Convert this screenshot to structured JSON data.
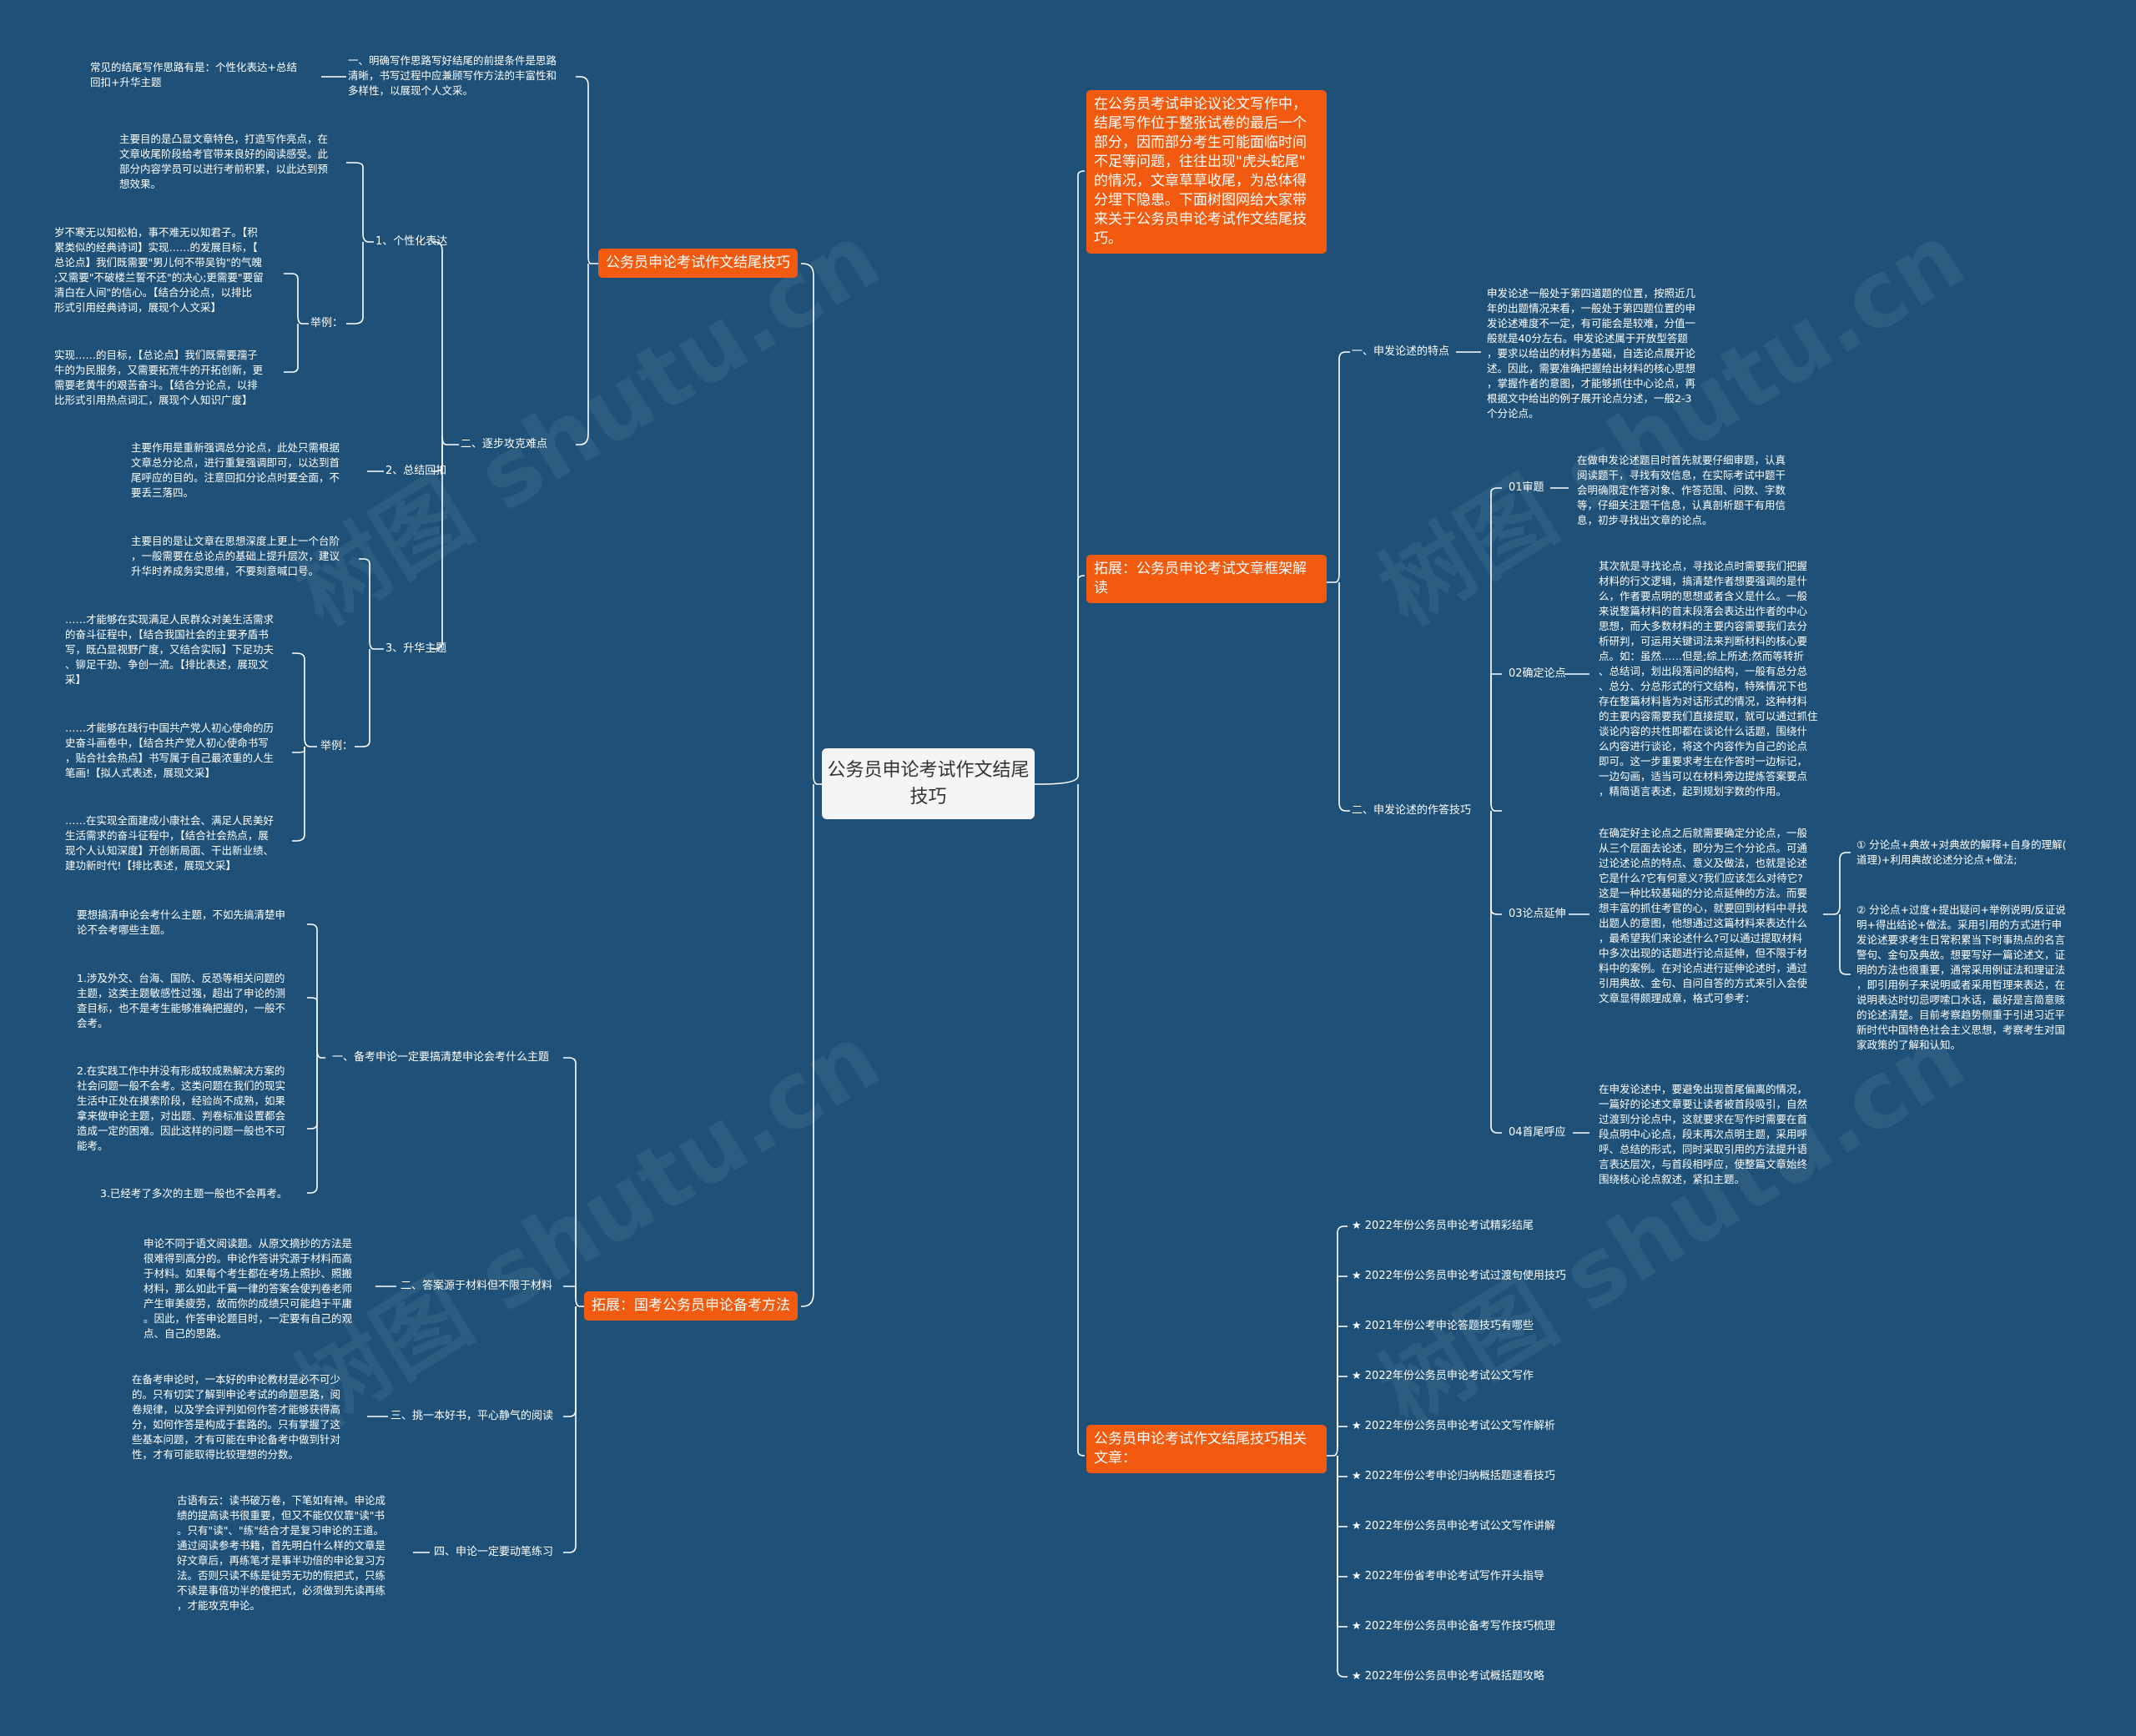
{
  "root": "公务员申论考试作文结尾\n技巧",
  "left": {
    "b1": {
      "title": "公务员申论考试作文结尾技巧",
      "s1": {
        "label": "一、明确写作思路写好结尾的前提条件是思路\n清晰，书写过程中应兼顾写作方法的丰富性和\n多样性，以展现个人文采。",
        "leaf": "常见的结尾写作思路有是：个性化表达+总结\n回扣+升华主题"
      },
      "s2": {
        "label": "二、逐步攻克难点",
        "g1": {
          "label": "1、个性化表达",
          "leaf": "主要目的是凸显文章特色，打造写作亮点，在\n文章收尾阶段给考官带来良好的阅读感受。此\n部分内容学员可以进行考前积累，以此达到预\n想效果。",
          "ex_label": "举例：",
          "ex1": "岁不寒无以知松柏，事不难无以知君子。【积\n累类似的经典诗词】实现……的发展目标，【\n总论点】我们既需要\"男儿何不带吴钩\"的气魄\n;又需要\"不破楼兰誓不还\"的决心;更需要\"要留\n清白在人间\"的信心。【结合分论点，以排比\n形式引用经典诗词，展现个人文采】",
          "ex2": "实现……的目标，【总论点】我们既需要孺子\n牛的为民服务，又需要拓荒牛的开拓创新，更\n需要老黄牛的艰苦奋斗。【结合分论点，以排\n比形式引用热点词汇，展现个人知识广度】"
        },
        "g2": {
          "label": "2、总结回扣",
          "leaf": "主要作用是重新强调总分论点，此处只需根据\n文章总分论点，进行重复强调即可，以达到首\n尾呼应的目的。注意回扣分论点时要全面，不\n要丢三落四。"
        },
        "g3": {
          "label": "3、升华主题",
          "leaf": "主要目的是让文章在思想深度上更上一个台阶\n，一般需要在总论点的基础上提升层次，建议\n升华时养成务实思维，不要刻意喊口号。",
          "ex_label": "举例：",
          "ex1": "……才能够在实现满足人民群众对美生活需求\n的奋斗征程中，【结合我国社会的主要矛盾书\n写，既凸显视野广度，又结合实际】下足功夫\n、铆足干劲、争创一流。【排比表述，展现文\n采】",
          "ex2": "……才能够在践行中国共产党人初心使命的历\n史奋斗画卷中，【结合共产党人初心使命书写\n，贴合社会热点】书写属于自己最浓重的人生\n笔画!【拟人式表述，展现文采】",
          "ex3": "……在实现全面建成小康社会、满足人民美好\n生活需求的奋斗征程中，【结合社会热点，展\n现个人认知深度】开创新局面、干出新业绩、\n建功新时代!【排比表述，展现文采】"
        }
      }
    },
    "b2": {
      "title": "拓展：国考公务员申论备考方法",
      "s1": {
        "label": "一、备考申论一定要搞清楚申论会考什么主题",
        "l1": "要想搞清申论会考什么主题，不如先搞清楚申\n论不会考哪些主题。",
        "l2": "1.涉及外交、台海、国防、反恐等相关问题的\n主题，这类主题敏感性过强，超出了申论的测\n查目标，也不是考生能够准确把握的，一般不\n会考。",
        "l3": "2.在实践工作中并没有形成较成熟解决方案的\n社会问题一般不会考。这类问题在我们的现实\n生活中正处在摸索阶段，经验尚不成熟，如果\n拿来做申论主题，对出题、判卷标准设置都会\n造成一定的困难。因此这样的问题一般也不可\n能考。",
        "l4": "3.已经考了多次的主题一般也不会再考。"
      },
      "s2": {
        "label": "二、答案源于材料但不限于材料",
        "leaf": "申论不同于语文阅读题。从原文摘抄的方法是\n很难得到高分的。申论作答讲究源于材料而高\n于材料。如果每个考生都在考场上照抄、照搬\n材料，那么如此千篇一律的答案会使判卷老师\n产生审美疲劳，故而你的成绩只可能趋于平庸\n。因此，作答申论题目时，一定要有自己的观\n点、自己的思路。"
      },
      "s3": {
        "label": "三、挑一本好书，平心静气的阅读",
        "leaf": "在备考申论时，一本好的申论教材是必不可少\n的。只有切实了解到申论考试的命题思路，阅\n卷规律，以及学会评判如何作答才能够获得高\n分，如何作答是构成于套路的。只有掌握了这\n些基本问题，才有可能在申论备考中做到针对\n性，才有可能取得比较理想的分数。"
      },
      "s4": {
        "label": "四、申论一定要动笔练习",
        "leaf": "古语有云：读书破万卷，下笔如有神。申论成\n绩的提高读书很重要，但又不能仅仅靠\"读\"书\n。只有\"读\"、\"练\"结合才是复习申论的王道。\n通过阅读参考书籍，首先明白什么样的文章是\n好文章后，再练笔才是事半功倍的申论复习方\n法。否则只读不练是徒劳无功的假把式，只练\n不读是事倍功半的傻把式，必须做到先读再练\n，才能攻克申论。"
      }
    }
  },
  "right": {
    "intro": "在公务员考试申论议论文写作中，\n结尾写作位于整张试卷的最后一个\n部分，因而部分考生可能面临时间\n不足等问题，往往出现\"虎头蛇尾\"\n的情况，文章草草收尾，为总体得\n分埋下隐患。下面树图网给大家带\n来关于公务员申论考试作文结尾技\n巧。",
    "b2": {
      "title": "拓展：公务员申论考试文章框架解\n读",
      "s1": {
        "label": "一、申发论述的特点",
        "leaf": "申发论述一般处于第四道题的位置，按照近几\n年的出题情况来看，一般处于第四题位置的申\n发论述难度不一定，有可能会是较难，分值一\n般就是40分左右。申发论述属于开放型答题\n，要求以给出的材料为基础，自选论点展开论\n述。因此，需要准确把握给出材料的核心思想\n，掌握作者的意图，才能够抓住中心论点，再\n根据文中给出的例子展开论点分述，一般2-3\n个分论点。"
      },
      "s2": {
        "label": "二、申发论述的作答技巧",
        "a": {
          "label": "01审题",
          "leaf": "在做申发论述题目时首先就要仔细审题，认真\n阅读题干，寻找有效信息，在实际考试中题干\n会明确限定作答对象、作答范围、问数、字数\n等，仔细关注题干信息，认真剖析题干有用信\n息，初步寻找出文章的论点。"
        },
        "b": {
          "label": "02确定论点",
          "leaf": "其次就是寻找论点，寻找论点时需要我们把握\n材料的行文逻辑，搞清楚作者想要强调的是什\n么，作者要点明的思想或者含义是什么。一般\n来说整篇材料的首末段落会表达出作者的中心\n思想，而大多数材料的主要内容需要我们去分\n析研判，可运用关键词法来判断材料的核心要\n点。如：虽然……但是;综上所述;然而等转折\n、总结词，划出段落间的结构，一般有总分总\n、总分、分总形式的行文结构，特殊情况下也\n存在整篇材料皆为对话形式的情况，这种材料\n的主要内容需要我们直接提取，就可以通过抓住\n谈论内容的共性即都在谈论什么话题，围绕什\n么内容进行谈论，将这个内容作为自己的论点\n即可。这一步重要求考生在作答时一边标记，\n一边勾画，适当可以在材料旁边提炼答案要点\n，精简语言表述，起到规划字数的作用。"
        },
        "c": {
          "label": "03论点延伸",
          "leaf": "在确定好主论点之后就需要确定分论点，一般\n从三个层面去论述，即分为三个分论点。可通\n过论述论点的特点、意义及做法，也就是论述\n它是什么?它有何意义?我们应该怎么对待它?\n这是一种比较基础的分论点延伸的方法。而要\n想丰富的抓住考官的心，就要回到材料中寻找\n出题人的意图，他想通过这篇材料来表达什么\n，最希望我们来论述什么?可以通过提取材料\n中多次出现的话题进行论点延伸，但不限于材\n料中的案例。在对论点进行延伸论述时，通过\n引用典故、金句、自问自答的方式来引入会使\n文章显得颇理成章，格式可参考：",
          "r1": "① 分论点+典故+对典故的解释+自身的理解(\n道理)+利用典故论述分论点+做法;",
          "r2": "② 分论点+过度+提出疑问+举例说明/反证说\n明+得出结论+做法。采用引用的方式进行申\n发论述要求考生日常积累当下时事热点的名言\n警句、金句及典故。想要写好一篇论述文，证\n明的方法也很重要，通常采用例证法和理证法\n，即引用例子来说明或者采用哲理来表达，在\n说明表达时切忌啰嗦口水话，最好是言简意赅\n的论述清楚。目前考察趋势侧重于引进习近平\n新时代中国特色社会主义思想，考察考生对国\n家政策的了解和认知。"
        },
        "d": {
          "label": "04首尾呼应",
          "leaf": "在申发论述中，要避免出现首尾偏离的情况，\n一篇好的论述文章要让读者被首段吸引，自然\n过渡到分论点中，这就要求在写作时需要在首\n段点明中心论点，段末再次点明主题，采用呼\n呼、总结的形式，同时采取引用的方法提升语\n言表达层次，与首段相呼应，使整篇文章始终\n围绕核心论点叙述，紧扣主题。"
        }
      }
    },
    "b3": {
      "title": "公务员申论考试作文结尾技巧相关\n文章：",
      "items": [
        "★ 2022年份公务员申论考试精彩结尾",
        "★ 2022年份公务员申论考试过渡句使用技巧",
        "★ 2021年份公考申论答题技巧有哪些",
        "★ 2022年份公务员申论考试公文写作",
        "★ 2022年份公务员申论考试公文写作解析",
        "★ 2022年份公考申论归纳概括题速看技巧",
        "★ 2022年份公务员申论考试公文写作讲解",
        "★ 2022年份省考申论考试写作开头指导",
        "★ 2022年份公务员申论备考写作技巧梳理",
        "★ 2022年份公务员申论考试概括题攻略"
      ]
    }
  },
  "watermark": "树图 shutu.cn"
}
